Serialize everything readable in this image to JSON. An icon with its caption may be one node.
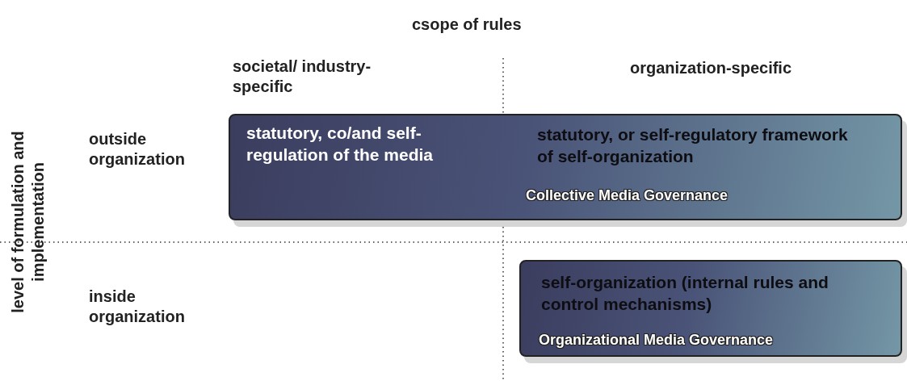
{
  "diagram": {
    "nodes": [
      {
        "text": [
          "statutory, co/and self-regulation of the media",
          "statutory, or self-regulatory framework of self-organization",
          "Collective Media Governance"
        ]
      },
      {
        "text": [
          "self-organization (internal rules and control mechanisms)",
          "Organizational Media Governance"
        ]
      }
    ],
    "edges": [],
    "labels": [
      "csope of rules",
      "societal/ industry-specific",
      "organization-specific",
      "level of formulation and implementation",
      "outside organization",
      "inside organization"
    ]
  }
}
